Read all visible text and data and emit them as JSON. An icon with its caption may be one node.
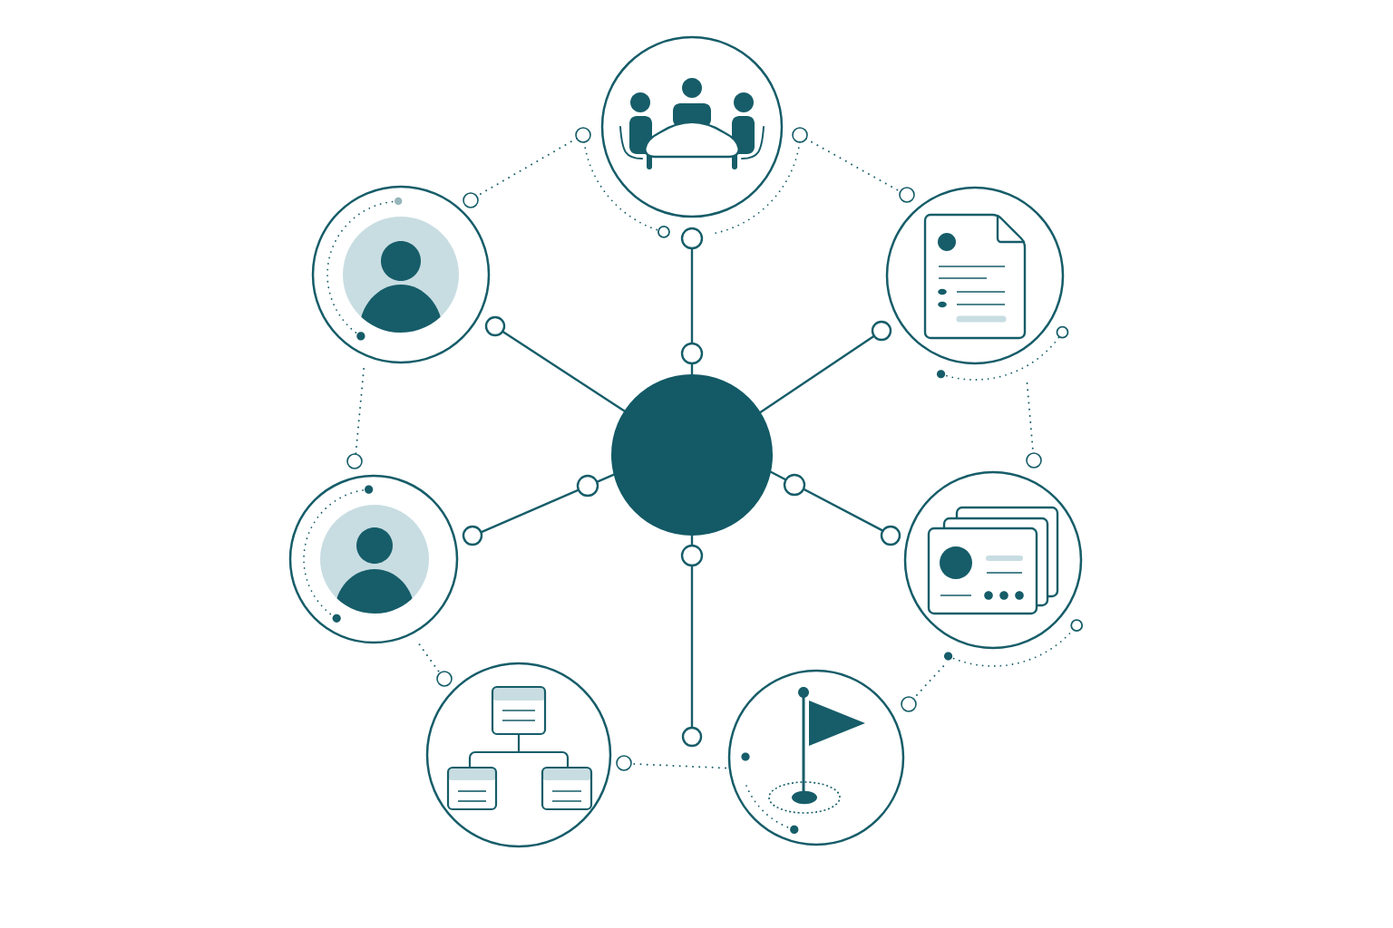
{
  "diagram": {
    "nodes": [
      {
        "text": [],
        "shape": "circle"
      },
      {
        "text": [],
        "shape": "circle"
      },
      {
        "text": [],
        "shape": "circle"
      },
      {
        "text": [],
        "shape": "circle"
      },
      {
        "text": [],
        "shape": "circle"
      },
      {
        "text": [],
        "shape": "circle"
      },
      {
        "text": [],
        "shape": "circle"
      },
      {
        "text": [],
        "shape": "circle"
      }
    ],
    "edges": [
      {
        "from": 0,
        "to": 1,
        "arrow": "other"
      },
      {
        "from": 0,
        "to": 2,
        "arrow": "other"
      },
      {
        "from": 0,
        "to": 3,
        "arrow": "other"
      },
      {
        "from": 0,
        "to": 4,
        "arrow": "other"
      },
      {
        "from": 0,
        "to": 5,
        "arrow": "other"
      },
      {
        "from": 0,
        "to": null,
        "arrow": "other"
      },
      {
        "from": 1,
        "to": 2,
        "arrow": "other",
        "style": "dashed"
      },
      {
        "from": 1,
        "to": 3,
        "arrow": "other",
        "style": "dashed"
      },
      {
        "from": 2,
        "to": 4,
        "arrow": "other",
        "style": "dashed"
      },
      {
        "from": 3,
        "to": 5,
        "arrow": "other",
        "style": "dashed"
      },
      {
        "from": 4,
        "to": 6,
        "arrow": "other",
        "style": "dashed"
      },
      {
        "from": 7,
        "to": 6,
        "arrow": "other",
        "style": "dashed"
      },
      {
        "from": 5,
        "to": 7,
        "arrow": "other",
        "style": "dashed"
      }
    ]
  }
}
